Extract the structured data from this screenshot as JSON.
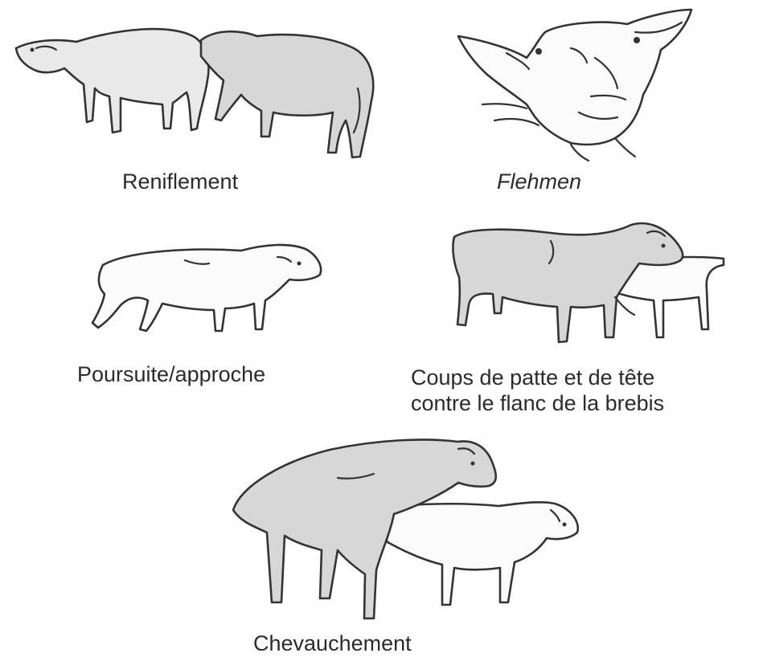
{
  "figure": {
    "panels": [
      {
        "id": "sniffing",
        "caption": "Reniflement",
        "italic": false
      },
      {
        "id": "flehmen",
        "caption": "Flehmen",
        "italic": true
      },
      {
        "id": "pursuit",
        "caption": "Poursuite/approche",
        "italic": false
      },
      {
        "id": "kicking",
        "caption_line1": "Coups de patte et de tête",
        "caption_line2": "contre le flanc de la brebis",
        "italic": false
      },
      {
        "id": "mounting",
        "caption": "Chevauchement",
        "italic": false
      }
    ]
  },
  "style": {
    "ink": "#333333",
    "fill": "#d7d7d7",
    "background": "#ffffff"
  }
}
